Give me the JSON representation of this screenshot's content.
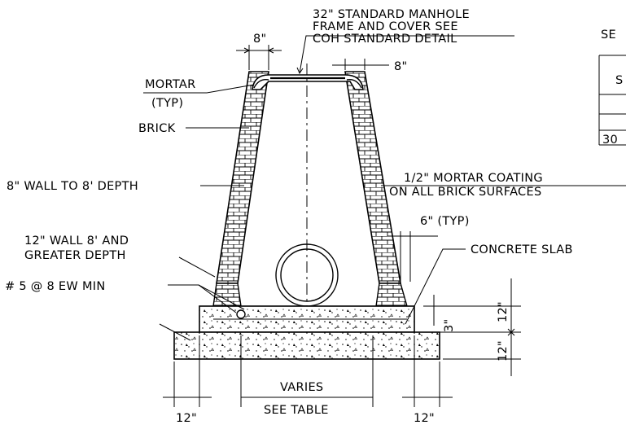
{
  "labels": {
    "frame_line1": "32\" STANDARD MANHOLE",
    "frame_line2": "FRAME AND COVER SEE",
    "frame_line3": "COH STANDARD DETAIL",
    "dim_8_top": "8\"",
    "dim_8_right": "8\"",
    "mortar_line1": "MORTAR",
    "mortar_line2": "(TYP)",
    "brick": "BRICK",
    "wall_8": "8\" WALL TO 8' DEPTH",
    "coating_line1": "1/2\" MORTAR COATING",
    "coating_line2": "ON ALL BRICK SURFACES",
    "six_typ": "6\" (TYP)",
    "wall_12_line1": "12\" WALL 8' AND",
    "wall_12_line2": "GREATER DEPTH",
    "rebar": "# 5 @ 8 EW MIN",
    "concrete_slab": "CONCRETE SLAB",
    "dim_3": "3\"",
    "dim_12_upper": "12\"",
    "dim_12_lower": "12\"",
    "varies": "VARIES",
    "see_table": "SEE TABLE",
    "dim_12_left": "12\"",
    "dim_12_right": "12\""
  },
  "table_fragment": {
    "header": "SE",
    "row1": "S",
    "row3": "30"
  }
}
